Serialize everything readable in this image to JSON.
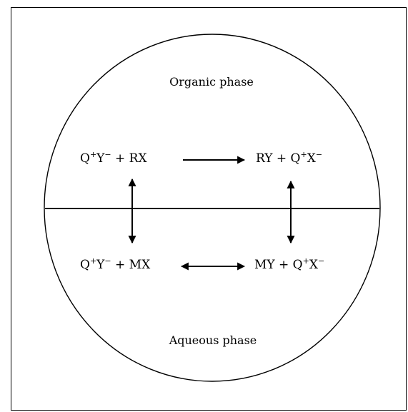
{
  "diagram": {
    "organic_label": "Organic phase",
    "aqueous_label": "Aqueous phase",
    "top_left": {
      "q": "Q",
      "qsup": "+",
      "y": "Y",
      "ysup": "−",
      "rest": " + RX"
    },
    "top_right": {
      "pre": "RY + Q",
      "qsup": "+",
      "x": "X",
      "xsup": "−"
    },
    "bottom_left": {
      "q": "Q",
      "qsup": "+",
      "y": "Y",
      "ysup": "−",
      "rest": " + MX"
    },
    "bottom_right": {
      "pre": "MY + Q",
      "qsup": "+",
      "x": "X",
      "xsup": "−"
    }
  }
}
